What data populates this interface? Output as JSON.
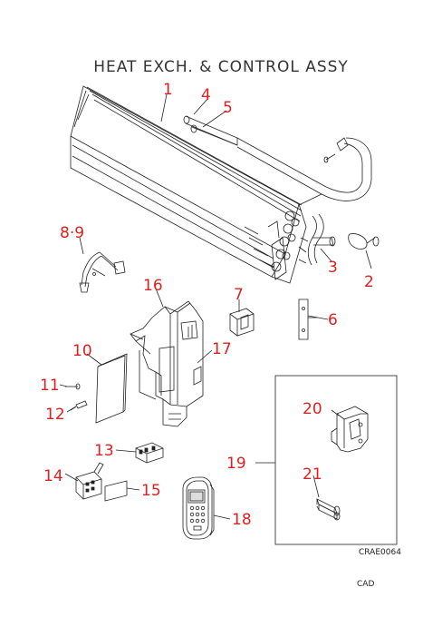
{
  "diagram": {
    "title": "HEAT EXCH. & CONTROL ASSY",
    "drawing_code": "CRAE0064",
    "footer": "CAD",
    "callouts": [
      {
        "id": "c1",
        "text": "1"
      },
      {
        "id": "c4",
        "text": "4"
      },
      {
        "id": "c5",
        "text": "5"
      },
      {
        "id": "c89",
        "text": "8·9"
      },
      {
        "id": "c3",
        "text": "3"
      },
      {
        "id": "c2",
        "text": "2"
      },
      {
        "id": "c7",
        "text": "7"
      },
      {
        "id": "c16",
        "text": "16"
      },
      {
        "id": "c6",
        "text": "6"
      },
      {
        "id": "c10",
        "text": "10"
      },
      {
        "id": "c17",
        "text": "17"
      },
      {
        "id": "c11",
        "text": "11"
      },
      {
        "id": "c12",
        "text": "12"
      },
      {
        "id": "c20",
        "text": "20"
      },
      {
        "id": "c13",
        "text": "13"
      },
      {
        "id": "c19",
        "text": "19"
      },
      {
        "id": "c14",
        "text": "14"
      },
      {
        "id": "c15",
        "text": "15"
      },
      {
        "id": "c21",
        "text": "21"
      },
      {
        "id": "c18",
        "text": "18"
      }
    ]
  }
}
